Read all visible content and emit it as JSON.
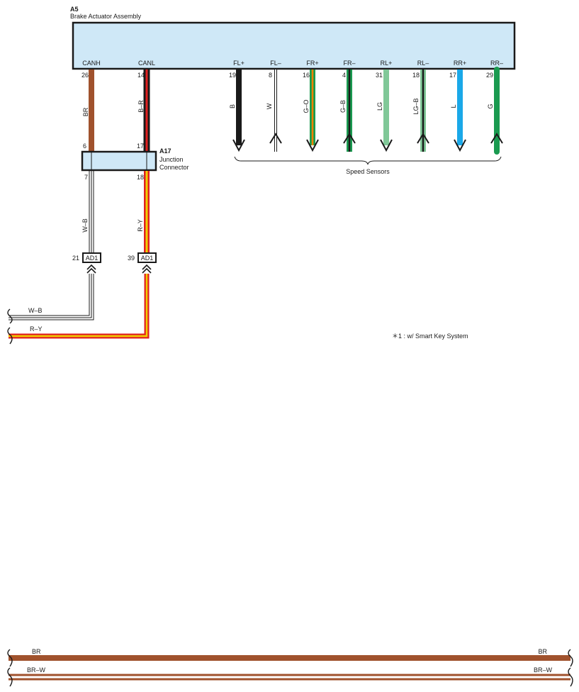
{
  "actuator": {
    "ref": "A5",
    "name": "Brake Actuator Assembly",
    "pins": [
      {
        "name": "CANH",
        "num": "26",
        "wire": "BR"
      },
      {
        "name": "CANL",
        "num": "14",
        "wire": "B–R"
      },
      {
        "name": "FL+",
        "num": "19",
        "wire": "B"
      },
      {
        "name": "FL–",
        "num": "8",
        "wire": "W"
      },
      {
        "name": "FR+",
        "num": "16",
        "wire": "G–O"
      },
      {
        "name": "FR–",
        "num": "4",
        "wire": "G–B"
      },
      {
        "name": "RL+",
        "num": "31",
        "wire": "LG"
      },
      {
        "name": "RL–",
        "num": "18",
        "wire": "LG–B"
      },
      {
        "name": "RR+",
        "num": "17",
        "wire": "L"
      },
      {
        "name": "RR–",
        "num": "29",
        "wire": "G"
      }
    ]
  },
  "junction": {
    "ref": "A17",
    "name_line1": "Junction",
    "name_line2": "Connector",
    "pin_top_left": "6",
    "pin_top_right": "17",
    "pin_bottom_left": "7",
    "pin_bottom_right": "18",
    "wire_left": "W–B",
    "wire_right": "R–Y"
  },
  "connectors": [
    {
      "label": "AD1",
      "pin": "21"
    },
    {
      "label": "AD1",
      "pin": "39"
    }
  ],
  "speed_sensors_label": "Speed Sensors",
  "footnote": "＊1 : w/ Smart Key System",
  "bus_wires": [
    {
      "left_label": "W–B"
    },
    {
      "left_label": "R–Y"
    }
  ],
  "bottom_wires": [
    {
      "left_label": "BR",
      "right_label": "BR"
    },
    {
      "left_label": "BR–W",
      "right_label": "BR–W"
    }
  ],
  "colors": {
    "box_fill": "#cfe8f7",
    "brown": "#a0522d",
    "black": "#1a1a1a",
    "red": "#e02020",
    "yellow": "#f0d000",
    "green": "#1a9a50",
    "orange": "#f08000",
    "light_green": "#80c898",
    "blue": "#1aa8e8"
  }
}
